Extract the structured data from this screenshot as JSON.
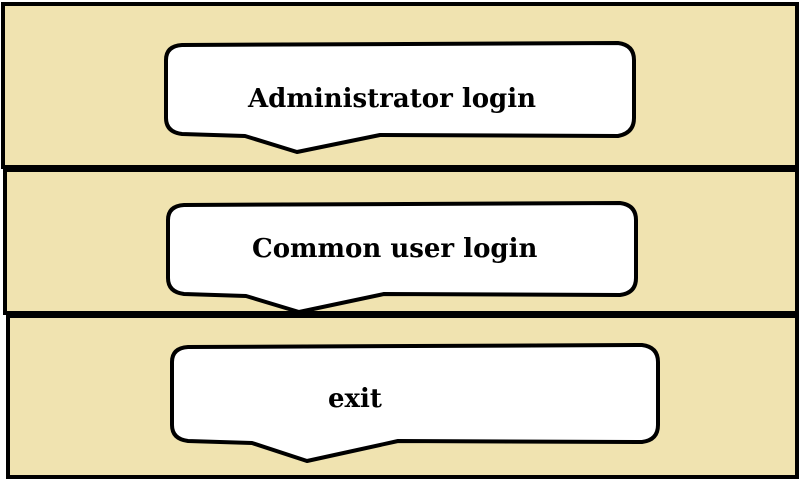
{
  "menu": {
    "items": [
      {
        "label": "Administrator login"
      },
      {
        "label": "Common user login"
      },
      {
        "label": "exit"
      }
    ]
  },
  "colors": {
    "panel": "#F0E3B0",
    "button": "#FFFFFF",
    "outline": "#000000"
  }
}
